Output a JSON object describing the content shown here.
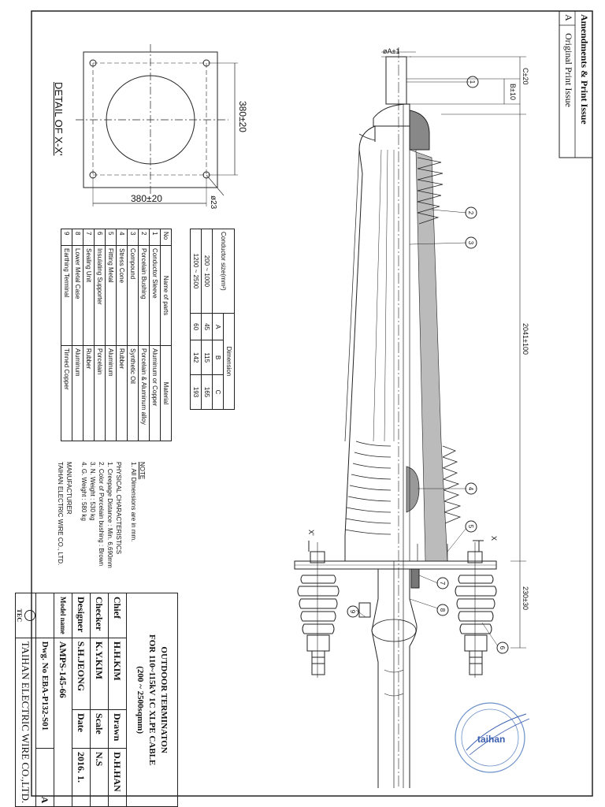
{
  "amendments": {
    "header": "Amendments & Print Issue",
    "rows": [
      {
        "rev": "A",
        "text": "Original Print Issue"
      }
    ]
  },
  "detail": {
    "title": "DETAIL OF X-X'",
    "dim_vertical": "380±20",
    "dim_horizontal": "380±20",
    "dim_hole": "ø23"
  },
  "dimension_table": {
    "header_size": "Conductor size(mm²)",
    "header_dim": "Dimension",
    "cols": [
      "A",
      "B",
      "C"
    ],
    "rows": [
      {
        "size": "200 ~ 1000",
        "values": [
          "45",
          "115",
          "165"
        ]
      },
      {
        "size": "1200 ~ 2500",
        "values": [
          "60",
          "142",
          "193"
        ]
      }
    ]
  },
  "parts_table": {
    "headers": [
      "No",
      "Name of parts",
      "Material"
    ],
    "rows": [
      [
        "1",
        "Conductor Sleeve",
        "Aluminum or Copper"
      ],
      [
        "2",
        "Porcelain Bushing",
        "Porcelain & Aluminum alloy"
      ],
      [
        "3",
        "Compound",
        "Synthetic Oil"
      ],
      [
        "4",
        "Stress Cone",
        "Rubber"
      ],
      [
        "5",
        "Fitting Metal",
        "Aluminum"
      ],
      [
        "6",
        "Insulating Supporter",
        "Porcelain"
      ],
      [
        "7",
        "Sealing Unit",
        "Rubber"
      ],
      [
        "8",
        "Lower Metal Case",
        "Aluminum"
      ],
      [
        "9",
        "Earthing Terminal",
        "Tinned Copper"
      ]
    ]
  },
  "notes": {
    "title": "NOTE",
    "lines": [
      "1. All Dimensions are in mm.",
      "PHYSICAL CHARACTERISTICS",
      "1. Creepage Distance : Min. 6,690mm",
      "2. Color of Porcelain bushing : Brown",
      "3. N. Weight : 530 kg",
      "4. G. Weight : 580 kg",
      "MANUFACTURER",
      "TAIHAN ELECTRIC WIRE CO., LTD."
    ]
  },
  "drawing": {
    "dim_A": "øA±1",
    "dim_B": "B±10",
    "dim_C": "C±20",
    "dim_overall": "2041±100",
    "dim_base": "230±30",
    "section_x": "X",
    "section_x2": "X'",
    "balloons": [
      "1",
      "2",
      "3",
      "4",
      "5",
      "6",
      "7",
      "8",
      "9"
    ]
  },
  "title_block": {
    "title_lines": [
      "OUTDOOR TERMINATON",
      "FOR 110~115kV 1C XLPE CABLE",
      "(200 ~ 2500sqmm)"
    ],
    "chief_label": "Chief",
    "chief_value": "H.H.KIM",
    "drawn_label": "Drawn",
    "drawn_value": "D.H.HAN",
    "checker_label": "Checker",
    "checker_value": "K.Y.KIM",
    "scale_label": "Scale",
    "scale_value": "N.S",
    "designer_label": "Designer",
    "designer_value": "S.H.JEONG",
    "date_label": "Date",
    "date_value": "2016. 1.",
    "model_label": "Model name",
    "model_value": "AMPS-145-66",
    "dwg_label": "Dwg. No",
    "dwg_value": "EBA-P132-S01",
    "rev": "A",
    "company_mark": "TEC",
    "company": "TAIHAN ELECTRIC WIRE CO.,LTD."
  },
  "stamp": {
    "brand": "taihan"
  }
}
